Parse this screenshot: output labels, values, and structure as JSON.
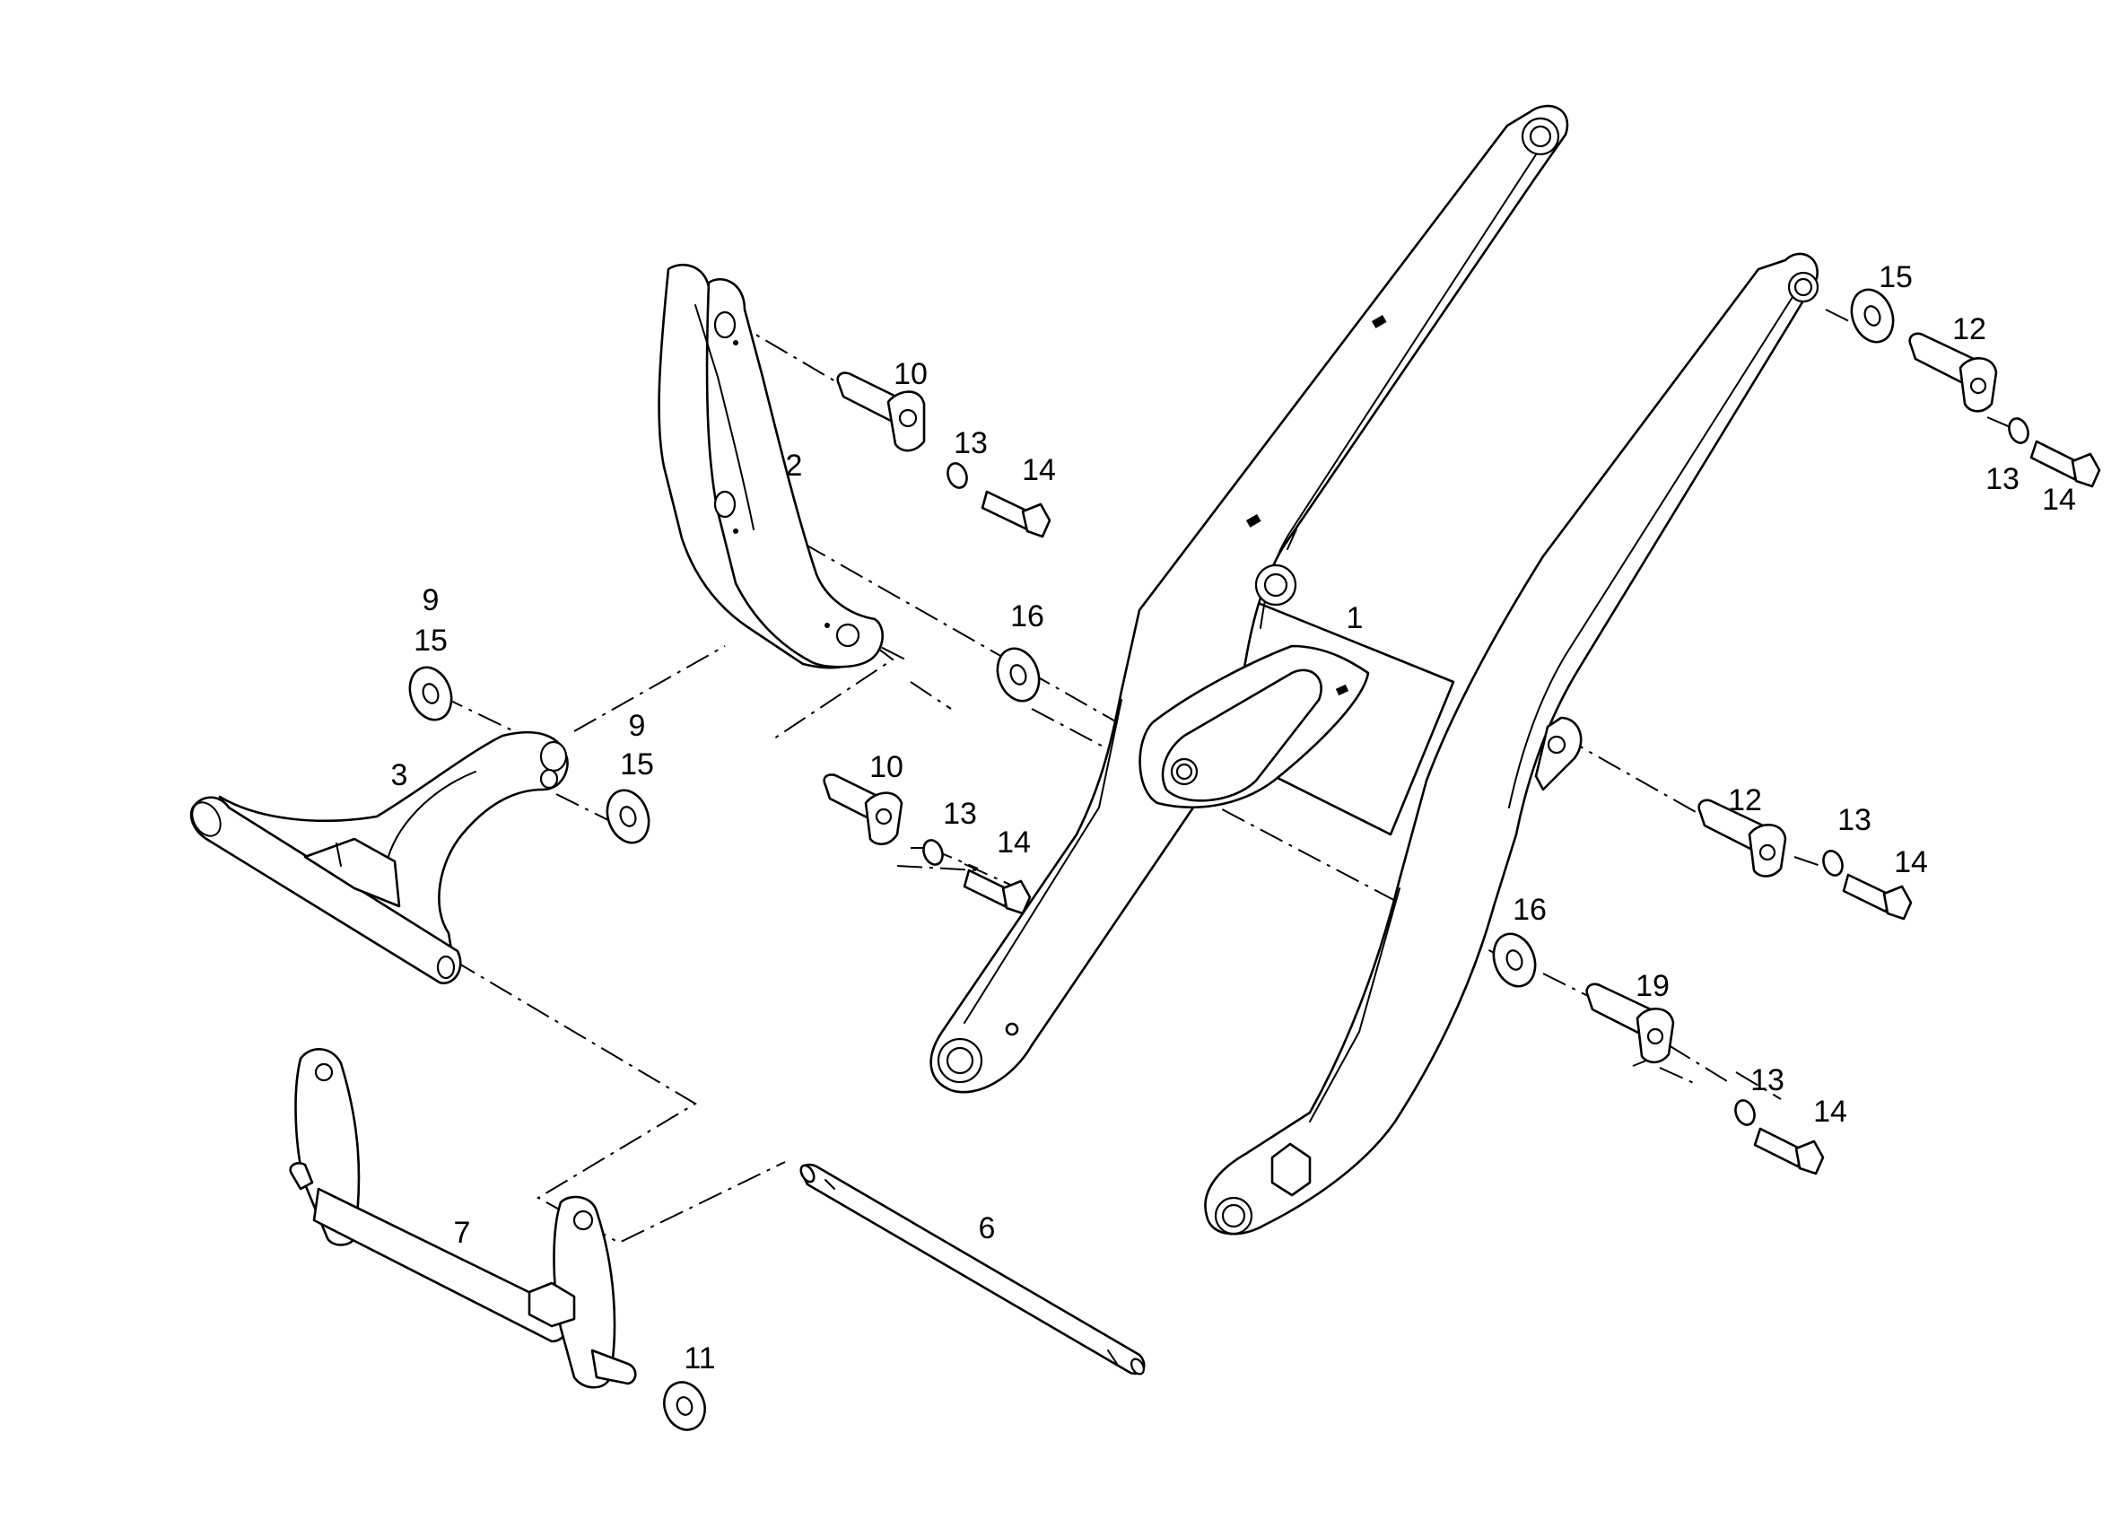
{
  "diagram": {
    "type": "exploded parts drawing",
    "line_color": "#000000",
    "background": "#ffffff"
  },
  "callouts": [
    {
      "id": "c1",
      "text": "1"
    },
    {
      "id": "c2",
      "text": "2"
    },
    {
      "id": "c3",
      "text": "3"
    },
    {
      "id": "c6",
      "text": "6"
    },
    {
      "id": "c7",
      "text": "7"
    },
    {
      "id": "c9a",
      "text": "9"
    },
    {
      "id": "c15a",
      "text": "15"
    },
    {
      "id": "c9b",
      "text": "9"
    },
    {
      "id": "c15b",
      "text": "15"
    },
    {
      "id": "c10a",
      "text": "10"
    },
    {
      "id": "c13a",
      "text": "13"
    },
    {
      "id": "c14a",
      "text": "14"
    },
    {
      "id": "c16a",
      "text": "16"
    },
    {
      "id": "c10b",
      "text": "10"
    },
    {
      "id": "c13b",
      "text": "13"
    },
    {
      "id": "c14b",
      "text": "14"
    },
    {
      "id": "c15c",
      "text": "15"
    },
    {
      "id": "c12a",
      "text": "12"
    },
    {
      "id": "c13c",
      "text": "13"
    },
    {
      "id": "c14c",
      "text": "14"
    },
    {
      "id": "c12b",
      "text": "12"
    },
    {
      "id": "c13d",
      "text": "13"
    },
    {
      "id": "c14d",
      "text": "14"
    },
    {
      "id": "c16b",
      "text": "16"
    },
    {
      "id": "c19",
      "text": "19"
    },
    {
      "id": "c13e",
      "text": "13"
    },
    {
      "id": "c14e",
      "text": "14"
    },
    {
      "id": "c11",
      "text": "11"
    }
  ]
}
